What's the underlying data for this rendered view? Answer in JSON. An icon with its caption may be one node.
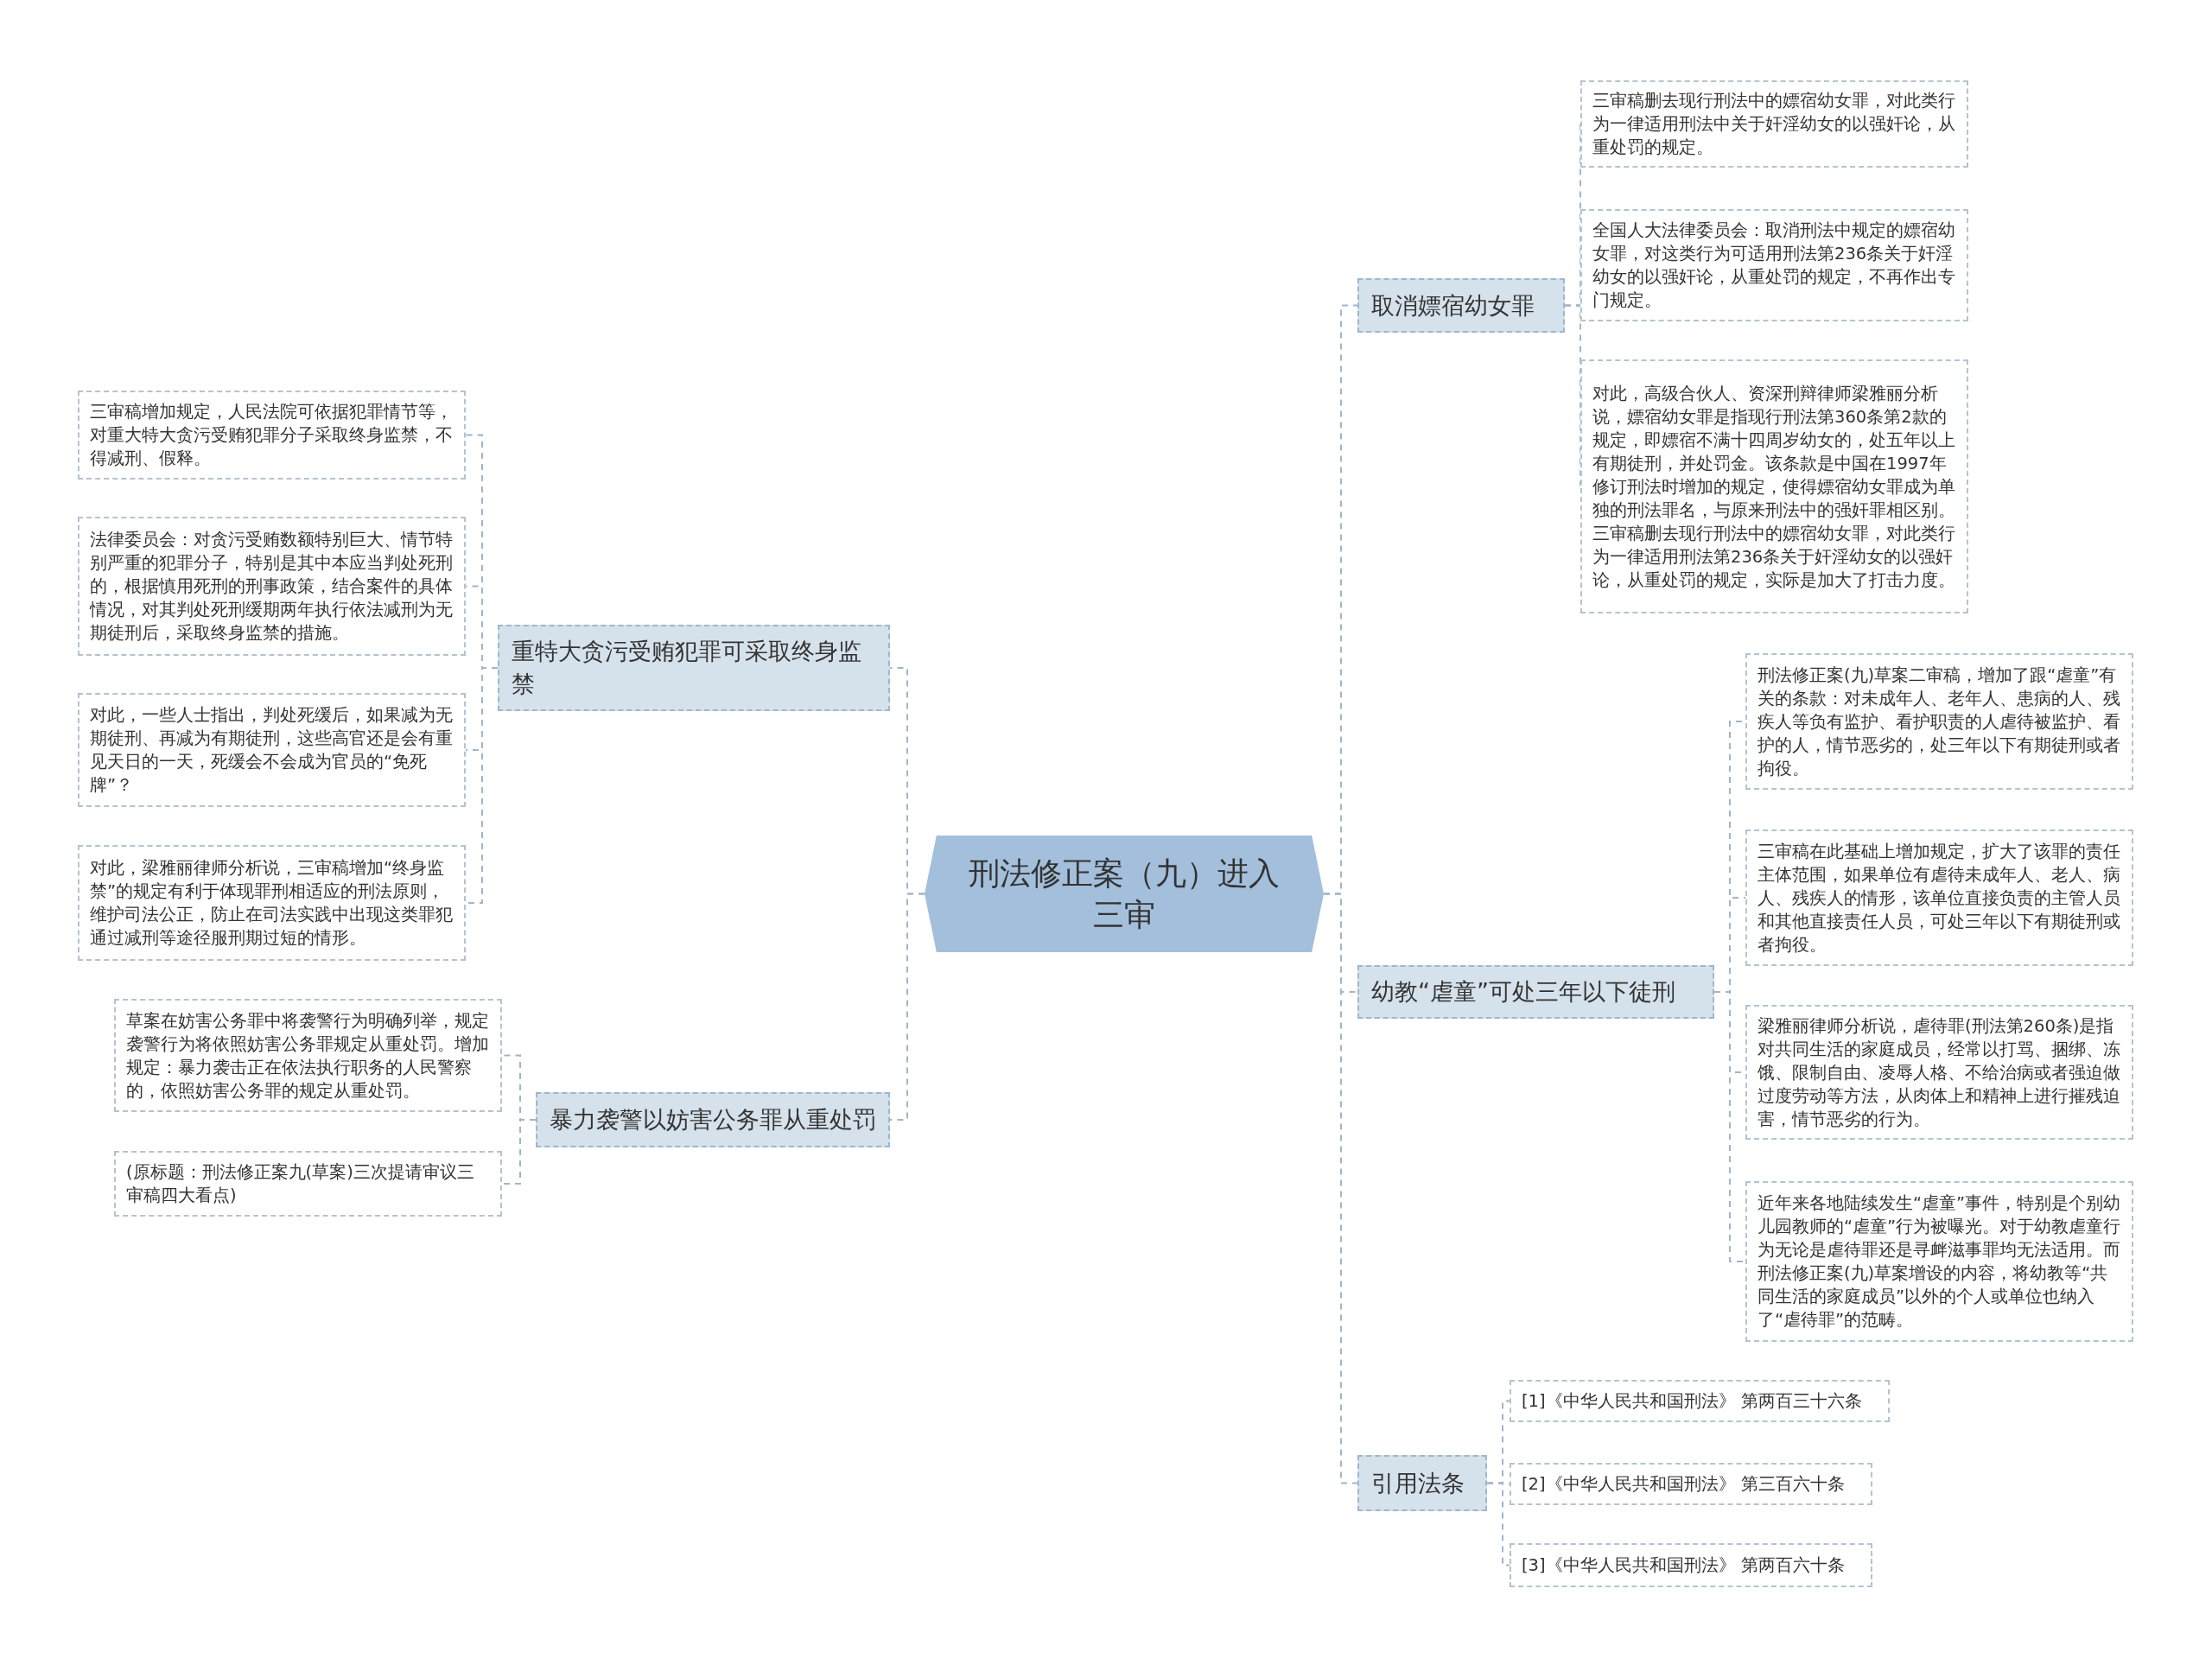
{
  "diagram": {
    "nodes": [
      {
        "text": [
          "刑法修正案（九）进入三审"
        ]
      },
      {
        "text": [
          "重特大贪污受贿犯罪可采取终身监禁"
        ]
      },
      {
        "text": [
          "三审稿增加规定，人民法院可依据犯罪情节等，对重大特大贪污受贿犯罪分子采取终身监禁，不得减刑、假释。"
        ]
      },
      {
        "text": [
          "法律委员会：对贪污受贿数额特别巨大、情节特别严重的犯罪分子，特别是其中本应当判处死刑的，根据慎用死刑的刑事政策，结合案件的具体情况，对其判处死刑缓期两年执行依法减刑为无期徒刑后，采取终身监禁的措施。"
        ]
      },
      {
        "text": [
          "对此，一些人士指出，判处死缓后，如果减为无期徒刑、再减为有期徒刑，这些高官还是会有重见天日的一天，死缓会不会成为官员的“免死牌”？"
        ]
      },
      {
        "text": [
          "对此，梁雅丽律师分析说，三审稿增加“终身监禁”的规定有利于体现罪刑相适应的刑法原则，维护司法公正，防止在司法实践中出现这类罪犯通过减刑等途径服刑期过短的情形。"
        ]
      },
      {
        "text": [
          "暴力袭警以妨害公务罪从重处罚"
        ]
      },
      {
        "text": [
          "草案在妨害公务罪中将袭警行为明确列举，规定袭警行为将依照妨害公务罪规定从重处罚。增加规定：暴力袭击正在依法执行职务的人民警察的，依照妨害公务罪的规定从重处罚。"
        ]
      },
      {
        "text": [
          "(原标题：刑法修正案九(草案)三次提请审议三审稿四大看点)"
        ]
      },
      {
        "text": [
          "取消嫖宿幼女罪"
        ]
      },
      {
        "text": [
          "三审稿删去现行刑法中的嫖宿幼女罪，对此类行为一律适用刑法中关于奸淫幼女的以强奸论，从重处罚的规定。"
        ]
      },
      {
        "text": [
          "全国人大法律委员会：取消刑法中规定的嫖宿幼女罪，对这类行为可适用刑法第236条关于奸淫幼女的以强奸论，从重处罚的规定，不再作出专门规定。"
        ]
      },
      {
        "text": [
          "对此，高级合伙人、资深刑辩律师梁雅丽分析说，嫖宿幼女罪是指现行刑法第360条第2款的规定，即嫖宿不满十四周岁幼女的，处五年以上有期徒刑，并处罚金。该条款是中国在1997年修订刑法时增加的规定，使得嫖宿幼女罪成为单独的刑法罪名，与原来刑法中的强奸罪相区别。三审稿删去现行刑法中的嫖宿幼女罪，对此类行为一律适用刑法第236条关于奸淫幼女的以强奸论，从重处罚的规定，实际是加大了打击力度。"
        ]
      },
      {
        "text": [
          "幼教“虐童”可处三年以下徒刑"
        ]
      },
      {
        "text": [
          "刑法修正案(九)草案二审稿，增加了跟“虐童”有关的条款：对未成年人、老年人、患病的人、残疾人等负有监护、看护职责的人虐待被监护、看护的人，情节恶劣的，处三年以下有期徒刑或者拘役。"
        ]
      },
      {
        "text": [
          "三审稿在此基础上增加规定，扩大了该罪的责任主体范围，如果单位有虐待未成年人、老人、病人、残疾人的情形，该单位直接负责的主管人员和其他直接责任人员，可处三年以下有期徒刑或者拘役。"
        ]
      },
      {
        "text": [
          "梁雅丽律师分析说，虐待罪(刑法第260条)是指对共同生活的家庭成员，经常以打骂、捆绑、冻饿、限制自由、凌辱人格、不给治病或者强迫做过度劳动等方法，从肉体上和精神上进行摧残迫害，情节恶劣的行为。"
        ]
      },
      {
        "text": [
          "近年来各地陆续发生“虐童”事件，特别是个别幼儿园教师的“虐童”行为被曝光。对于幼教虐童行为无论是虐待罪还是寻衅滋事罪均无法适用。而刑法修正案(九)草案增设的内容，将幼教等“共同生活的家庭成员”以外的个人或单位也纳入了“虐待罪”的范畴。"
        ]
      },
      {
        "text": [
          "引用法条"
        ]
      },
      {
        "text": [
          "[1]《中华人民共和国刑法》 第两百三十六条"
        ]
      },
      {
        "text": [
          "[2]《中华人民共和国刑法》 第三百六十条"
        ]
      },
      {
        "text": [
          "[3]《中华人民共和国刑法》 第两百六十条"
        ]
      }
    ],
    "edges": [
      {
        "from": 0,
        "to": 1,
        "arrow": "none"
      },
      {
        "from": 1,
        "to": 2,
        "arrow": "none"
      },
      {
        "from": 1,
        "to": 3,
        "arrow": "none"
      },
      {
        "from": 1,
        "to": 4,
        "arrow": "none"
      },
      {
        "from": 1,
        "to": 5,
        "arrow": "none"
      },
      {
        "from": 0,
        "to": 6,
        "arrow": "none"
      },
      {
        "from": 6,
        "to": 7,
        "arrow": "none"
      },
      {
        "from": 6,
        "to": 8,
        "arrow": "none"
      },
      {
        "from": 0,
        "to": 9,
        "arrow": "none"
      },
      {
        "from": 9,
        "to": 10,
        "arrow": "none"
      },
      {
        "from": 9,
        "to": 11,
        "arrow": "none"
      },
      {
        "from": 9,
        "to": 12,
        "arrow": "none"
      },
      {
        "from": 0,
        "to": 13,
        "arrow": "none"
      },
      {
        "from": 13,
        "to": 14,
        "arrow": "none"
      },
      {
        "from": 13,
        "to": 15,
        "arrow": "none"
      },
      {
        "from": 13,
        "to": 16,
        "arrow": "none"
      },
      {
        "from": 13,
        "to": 17,
        "arrow": "none"
      },
      {
        "from": 0,
        "to": 18,
        "arrow": "none"
      },
      {
        "from": 18,
        "to": 19,
        "arrow": "none"
      },
      {
        "from": 18,
        "to": 20,
        "arrow": "none"
      },
      {
        "from": 18,
        "to": 21,
        "arrow": "none"
      }
    ]
  }
}
